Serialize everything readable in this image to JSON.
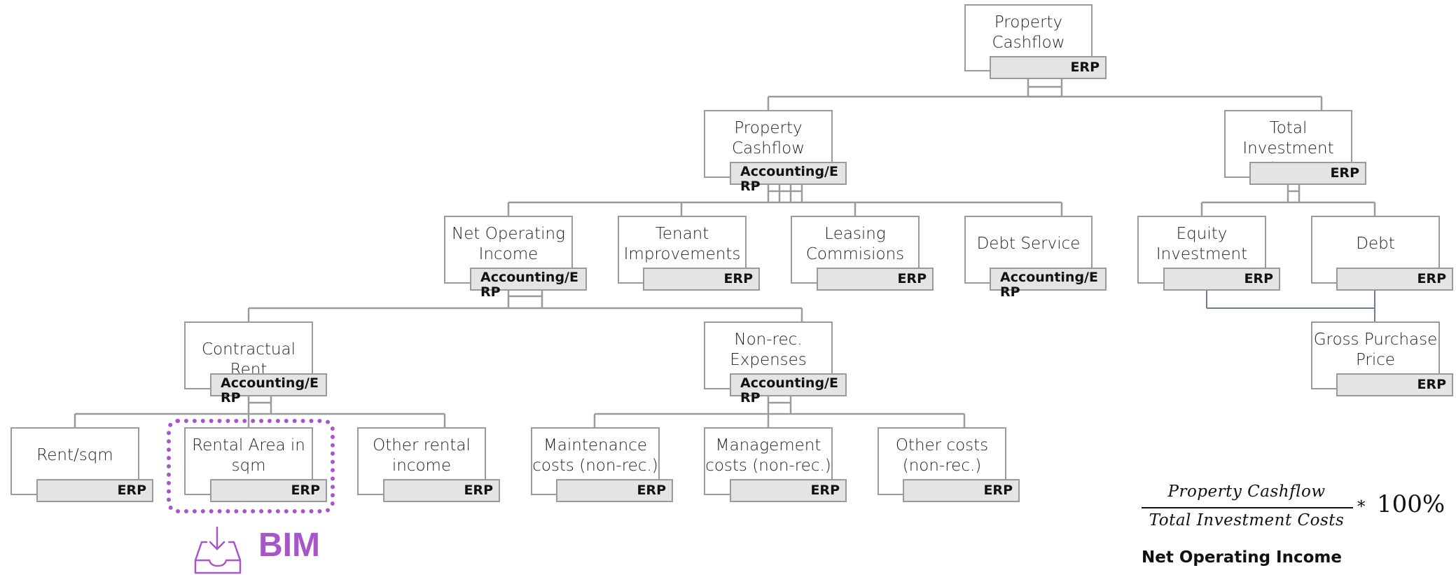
{
  "nodes": {
    "property_cashflow_return": {
      "title": "Property\nCashflow Return",
      "tag": "ERP"
    },
    "property_cashflow": {
      "title": "Property\nCashflow",
      "tag": "Accounting/ERP"
    },
    "total_investment_costs": {
      "title": "Total Investment\nCosts",
      "tag": "ERP"
    },
    "net_operating_income": {
      "title": "Net Operating\nIncome",
      "tag": "Accounting/ERP"
    },
    "tenant_improvements": {
      "title": "Tenant\nImprovements",
      "tag": "ERP"
    },
    "leasing_commisions": {
      "title": "Leasing\nCommisions",
      "tag": "ERP"
    },
    "debt_service": {
      "title": "Debt Service",
      "tag": "Accounting/ERP"
    },
    "equity_investment": {
      "title": "Equity\nInvestment",
      "tag": "ERP"
    },
    "debt": {
      "title": "Debt",
      "tag": "ERP"
    },
    "gross_purchase_price": {
      "title": "Gross Purchase\nPrice",
      "tag": "ERP"
    },
    "contractual_rent": {
      "title": "Contractual Rent",
      "tag": "Accounting/ERP"
    },
    "non_rec_expenses": {
      "title": "Non-rec.\nExpenses",
      "tag": "Accounting/ERP"
    },
    "rent_sqm": {
      "title": "Rent/sqm",
      "tag": "ERP"
    },
    "rental_area": {
      "title": "Rental Area in\nsqm",
      "tag": "ERP"
    },
    "other_rental_income": {
      "title": "Other rental\nincome",
      "tag": "ERP"
    },
    "maintenance_costs": {
      "title": "Maintenance\ncosts (non-rec.)",
      "tag": "ERP"
    },
    "management_costs": {
      "title": "Management\ncosts (non-rec.)",
      "tag": "ERP"
    },
    "other_costs": {
      "title": "Other costs\n(non-rec.)",
      "tag": "ERP"
    }
  },
  "bim": {
    "label": "BIM",
    "icon": "inbox-download-icon",
    "color": "#a855c9"
  },
  "formula": {
    "numerator": "Property Cashflow",
    "denominator": "Total Investment Costs",
    "operator": "*",
    "percent": "100%"
  },
  "caption": "Net Operating Income",
  "colors": {
    "box_border": "#9a9a9a",
    "tag_fill": "#e4e4e4",
    "selection": "#a855c9",
    "line_blue": "#6b7f93"
  }
}
